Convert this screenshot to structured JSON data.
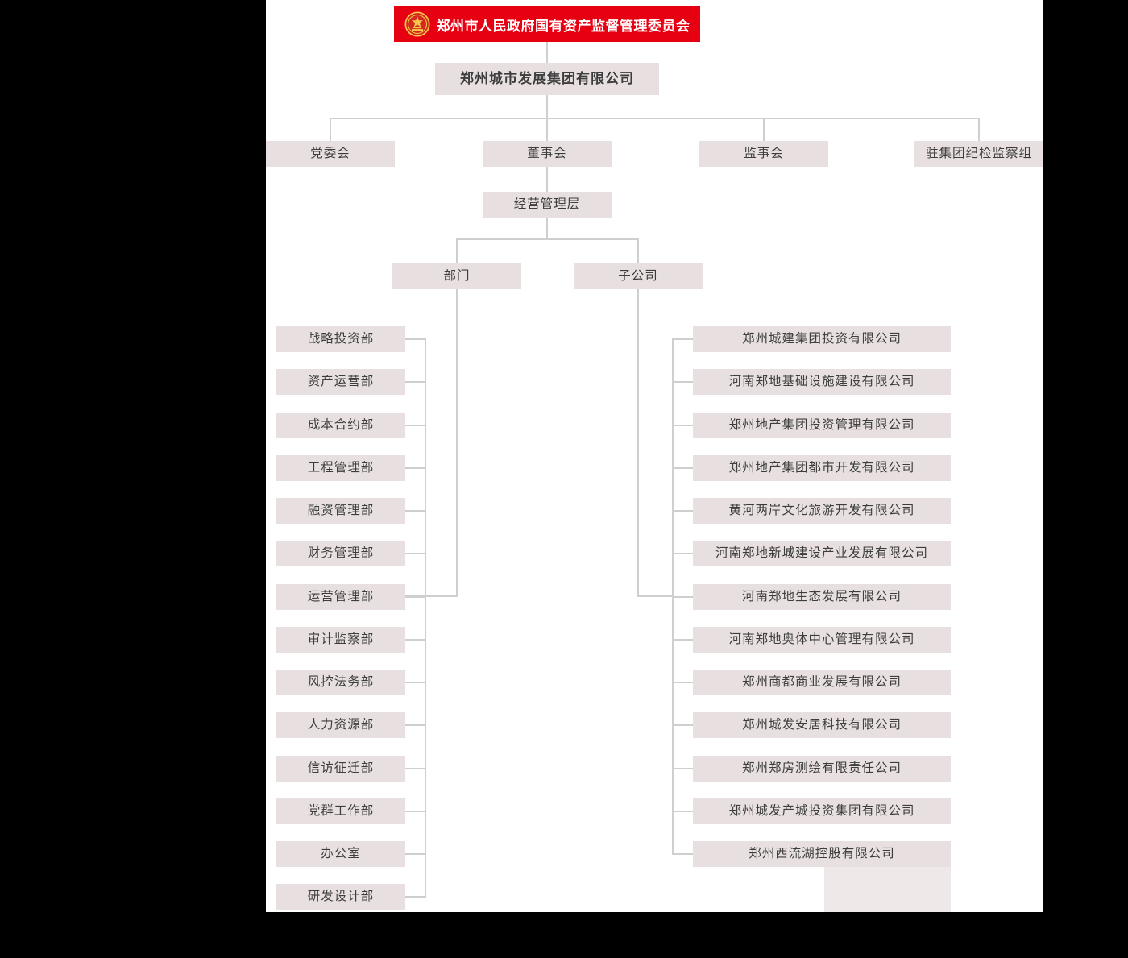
{
  "chart": {
    "root": "郑州市人民政府国有资产监督管理委员会",
    "group": "郑州城市发展集团有限公司",
    "governance": [
      "党委会",
      "董事会",
      "监事会",
      "驻集团纪检监察组"
    ],
    "management": "经营管理层",
    "branches": [
      "部门",
      "子公司"
    ],
    "departments": [
      "战略投资部",
      "资产运营部",
      "成本合约部",
      "工程管理部",
      "融资管理部",
      "财务管理部",
      "运营管理部",
      "审计监察部",
      "风控法务部",
      "人力资源部",
      "信访征迁部",
      "党群工作部",
      "办公室",
      "研发设计部"
    ],
    "subsidiaries": [
      "郑州城建集团投资有限公司",
      "河南郑地基础设施建设有限公司",
      "郑州地产集团投资管理有限公司",
      "郑州地产集团都市开发有限公司",
      "黄河两岸文化旅游开发有限公司",
      "河南郑地新城建设产业发展有限公司",
      "河南郑地生态发展有限公司",
      "河南郑地奥体中心管理有限公司",
      "郑州商都商业发展有限公司",
      "郑州城发安居科技有限公司",
      "郑州郑房测绘有限责任公司",
      "郑州城发产城投资集团有限公司",
      "郑州西流湖控股有限公司"
    ]
  },
  "colors": {
    "banner-bg": "#e60012",
    "banner-text": "#ffffff",
    "box-bg": "#e8e0e0",
    "box-text": "#3d3d3d",
    "line": "#cfcfcf",
    "emblem-gold": "#f6c64d",
    "emblem-red": "#d42a1d"
  }
}
